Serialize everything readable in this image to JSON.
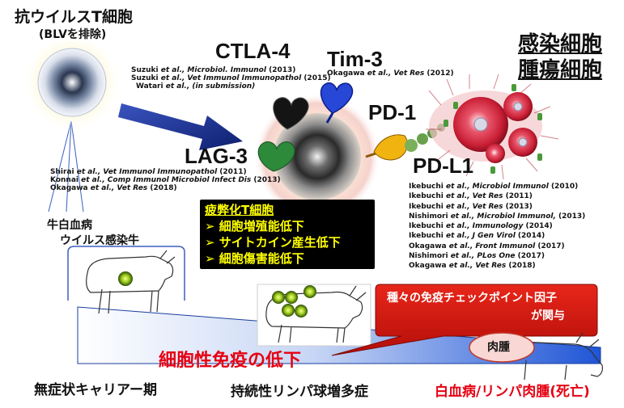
{
  "tcell": {
    "title": "抗ウイルスT細胞",
    "subtitle": "(BLVを排除)"
  },
  "receptors": {
    "ctla4": "CTLA-4",
    "tim3": "Tim-3",
    "pd1": "PD-1",
    "lag3": "LAG-3",
    "pdl1": "PD-L1"
  },
  "cancer": {
    "line1": "感染細胞",
    "line2": "腫瘍細胞"
  },
  "citations": {
    "ctla4": [
      {
        "author": "Suzuki ",
        "etal": "et al., Microbiol. Immunol",
        "tail": " (2013)"
      },
      {
        "author": "Suzuki ",
        "etal": "et al., Vet Immunol Immunopathol",
        "tail": " (2015)"
      },
      {
        "author": "Watari ",
        "etal": "et al., (in submission)",
        "tail": ""
      }
    ],
    "tim3": [
      {
        "author": "Okagawa ",
        "etal": "et al., Vet Res",
        "tail": " (2012)"
      }
    ],
    "lag3": [
      {
        "author": "Shirai ",
        "etal": "et al., Vet Immunol Immunopathol",
        "tail": " (2011)"
      },
      {
        "author": "Konnai ",
        "etal": "et al., Comp Immunol Microbiol Infect Dis",
        "tail": " (2013)"
      },
      {
        "author": "Okagawa ",
        "etal": "et al., Vet Res",
        "tail": " (2018)"
      }
    ],
    "pd": [
      {
        "author": "Ikebuchi ",
        "etal": "et al., Microbiol Immunol",
        "tail": " (2010)"
      },
      {
        "author": "Ikebuchi ",
        "etal": "et al., Vet Res",
        "tail": " (2011)"
      },
      {
        "author": "Ikebuchi ",
        "etal": "et al., Vet Res",
        "tail": " (2013)"
      },
      {
        "author": "Nishimori ",
        "etal": "et al., Microbiol Immunol,",
        "tail": " (2013)"
      },
      {
        "author": "Ikebuchi ",
        "etal": "et al., Immunology",
        "tail": " (2014)"
      },
      {
        "author": "Ikebuchi ",
        "etal": "et al., J Gen Virol",
        "tail": " (2014)"
      },
      {
        "author": "Okagawa ",
        "etal": "et al., Front Immunol",
        "tail": " (2017)"
      },
      {
        "author": "Nishimori ",
        "etal": "et al., PLos One",
        "tail": " (2017)"
      },
      {
        "author": "Okagawa ",
        "etal": "et al., Vet Res",
        "tail": " (2018)"
      }
    ]
  },
  "exhausted": {
    "header": "疲弊化T細胞",
    "items": [
      "➢ 細胞増殖能低下",
      "➢ サイトカイン産生低下",
      "➢ 細胞傷害能低下"
    ]
  },
  "bovine": {
    "line1": "牛白血病",
    "line2": "ウイルス感染牛"
  },
  "callout": {
    "line1": "種々の免疫チェックポイント因子",
    "line2": "が関与"
  },
  "tumor_tag": "肉腫",
  "decline": "細胞性免疫の低下",
  "stages": {
    "stage1": "無症状キャリアー期",
    "stage2": "持続性リンパ球増多症",
    "stage3": "白血病/リンパ肉腫(死亡)"
  },
  "colors": {
    "arrow": "#1a2f8f",
    "callout": "#d0160e",
    "wedge": "#2f63d8",
    "decline_text": "#e60012",
    "exhausted_text": "#ffff00"
  }
}
